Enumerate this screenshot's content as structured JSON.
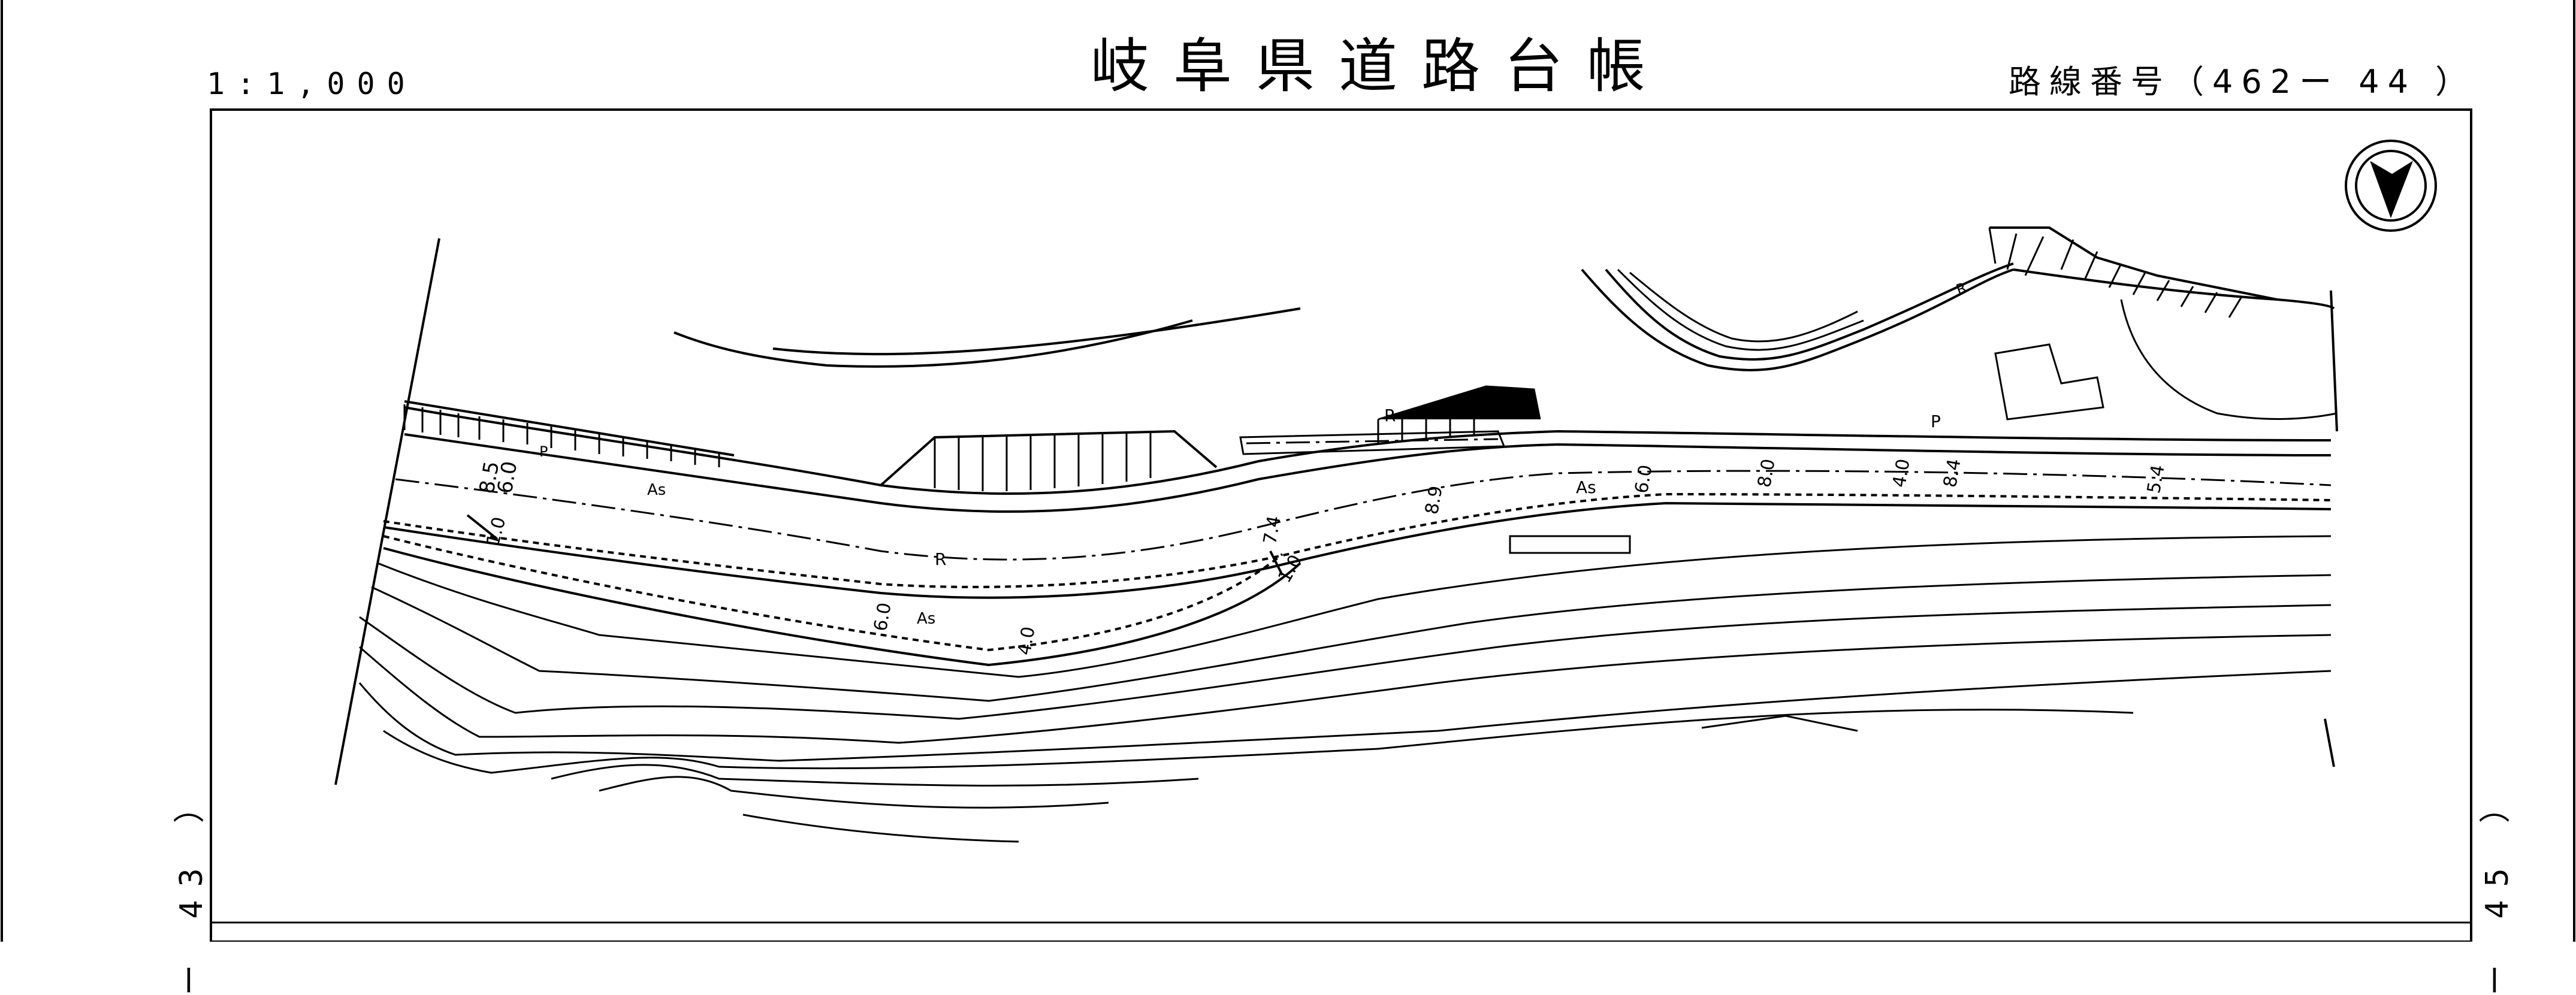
{
  "header": {
    "scale": "1:1,000",
    "title": "岐阜県道路台帳",
    "route_number_label": "路線番号（462ー 44 ）"
  },
  "side_references": {
    "left": "ー 43 ）",
    "right": "ー 45 ）"
  },
  "map": {
    "north_arrow": "north-arrow-icon",
    "annotations": [
      {
        "text": "8.5",
        "kind": "width"
      },
      {
        "text": "6.0",
        "kind": "width"
      },
      {
        "text": "As",
        "kind": "pavement"
      },
      {
        "text": "P",
        "kind": "marker"
      },
      {
        "text": "R",
        "kind": "marker"
      },
      {
        "text": "1.0",
        "kind": "width"
      },
      {
        "text": "6.0",
        "kind": "width"
      },
      {
        "text": "As",
        "kind": "pavement"
      },
      {
        "text": "4.0",
        "kind": "width"
      },
      {
        "text": "7.4",
        "kind": "width"
      },
      {
        "text": "1.0",
        "kind": "width"
      },
      {
        "text": "R",
        "kind": "marker"
      },
      {
        "text": "8.9",
        "kind": "width"
      },
      {
        "text": "As",
        "kind": "pavement"
      },
      {
        "text": "6.0",
        "kind": "width"
      },
      {
        "text": "8.0",
        "kind": "width"
      },
      {
        "text": "4.0",
        "kind": "width"
      },
      {
        "text": "8.4",
        "kind": "width"
      },
      {
        "text": "5.4",
        "kind": "width"
      },
      {
        "text": "P",
        "kind": "marker"
      },
      {
        "text": "R",
        "kind": "marker"
      }
    ]
  }
}
